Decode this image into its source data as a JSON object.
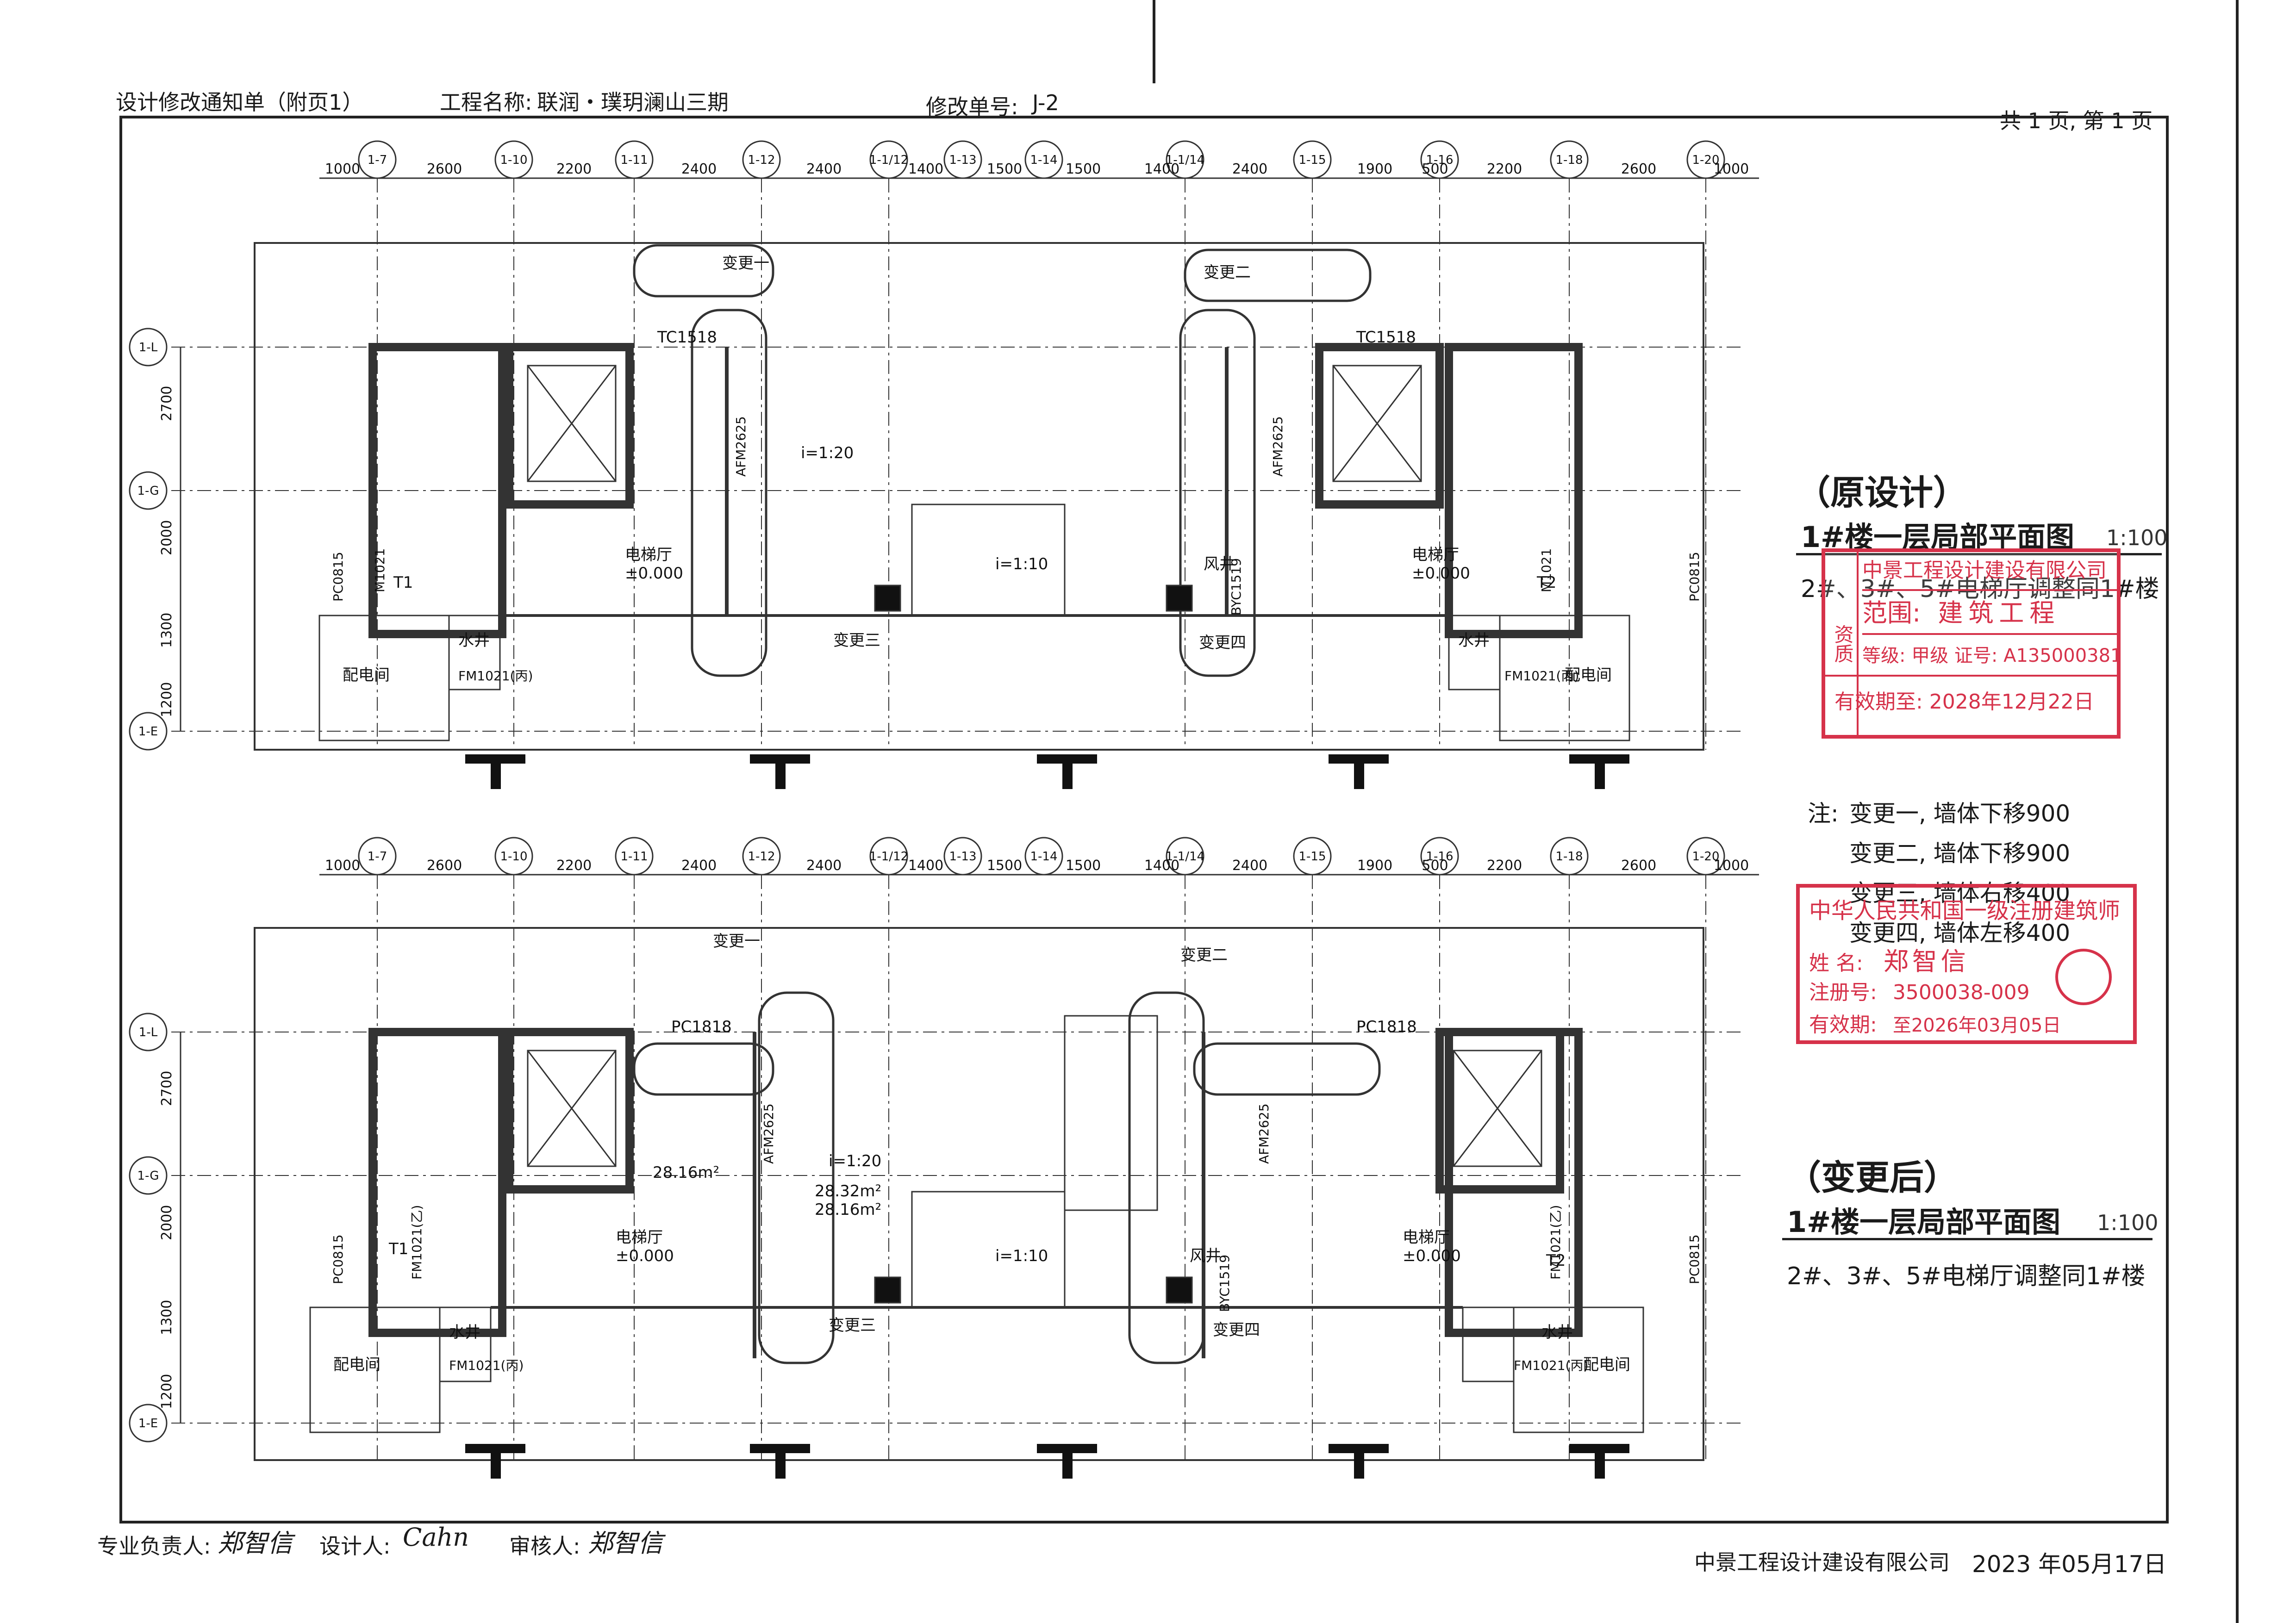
{
  "header": {
    "doc_title": "设计修改通知单（附页1）",
    "project_label": "工程名称:",
    "project_name": "联润・璞玥澜山三期",
    "change_no_label": "修改单号:",
    "change_no": "J-2",
    "pages": "共 1 页, 第 1 页"
  },
  "axes_h": [
    "1-7",
    "1-10",
    "1-11",
    "1-12",
    "1-1/12",
    "1-13",
    "1-14",
    "1-1/14",
    "1-15",
    "1-16",
    "1-18",
    "1-20"
  ],
  "axes_v": [
    "1-L",
    "1-G",
    "1-E"
  ],
  "dims_top": [
    "1000",
    "2600",
    "2200",
    "2400",
    "2400",
    "1400",
    "1500",
    "1500",
    "1400",
    "2400",
    "1900",
    "500",
    "2200",
    "2600",
    "1000"
  ],
  "dims_side": [
    "2700",
    "2000",
    "1300",
    "1200"
  ],
  "plan_original": {
    "title": "（原设计）",
    "subtitle": "1#楼一层局部平面图",
    "scale": "1:100",
    "note": "2#、3#、5#电梯厅调整同1#楼",
    "change_tags": [
      "变更一",
      "变更二",
      "变更三",
      "变更四"
    ],
    "room_labels": [
      "电梯厅",
      "±0.000",
      "水井",
      "配电间",
      "风井",
      "i=1:20",
      "i=1:10"
    ],
    "door_labels": [
      "TC1518",
      "AFM2625",
      "M1021",
      "FM1021(丙)",
      "PC0815",
      "BYC1519"
    ],
    "stair_labels": [
      "T1",
      "T2"
    ]
  },
  "plan_modified": {
    "title": "（变更后）",
    "subtitle": "1#楼一层局部平面图",
    "scale": "1:100",
    "note": "2#、3#、5#电梯厅调整同1#楼",
    "change_tags": [
      "变更一",
      "变更二",
      "变更三",
      "变更四"
    ],
    "room_labels": [
      "电梯厅",
      "±0.000",
      "水井",
      "配电间",
      "风井",
      "i=1:20",
      "i=1:10",
      "28.16m²",
      "28.32m²"
    ],
    "door_labels": [
      "PC1818",
      "PC1818",
      "AFM2625",
      "FM1021(乙)",
      "FM1021(丙)",
      "PC0815",
      "BYC1519"
    ],
    "stair_labels": [
      "T1",
      "T2"
    ]
  },
  "notes": {
    "prefix": "注:",
    "items": [
      "变更一, 墙体下移900",
      "变更二, 墙体下移900",
      "变更三, 墙体右移400",
      "变更四, 墙体左移400"
    ]
  },
  "stamp_company": {
    "line1": "中景工程设计建设有限公司",
    "scope_label": "范围:",
    "scope": "建筑工程",
    "grade": "等级: 甲级 证号: A135000381",
    "valid": "有效期至: 2028年12月22日",
    "side": "资质"
  },
  "stamp_architect": {
    "title": "中华人民共和国一级注册建筑师",
    "name_label": "姓  名:",
    "name": "郑智信",
    "reg_label": "注册号:",
    "reg": "3500038-009",
    "valid_label": "有效期:",
    "valid": "至2026年03月05日"
  },
  "footer": {
    "lead_label": "专业负责人:",
    "lead_sig": "郑智信",
    "designer_label": "设计人:",
    "designer_sig": "Cahn",
    "reviewer_label": "审核人:",
    "reviewer_sig": "郑智信",
    "company": "中景工程设计建设有限公司",
    "date": "2023 年05月17日"
  },
  "colors": {
    "stamp": "#d6324a",
    "line": "#222222"
  }
}
